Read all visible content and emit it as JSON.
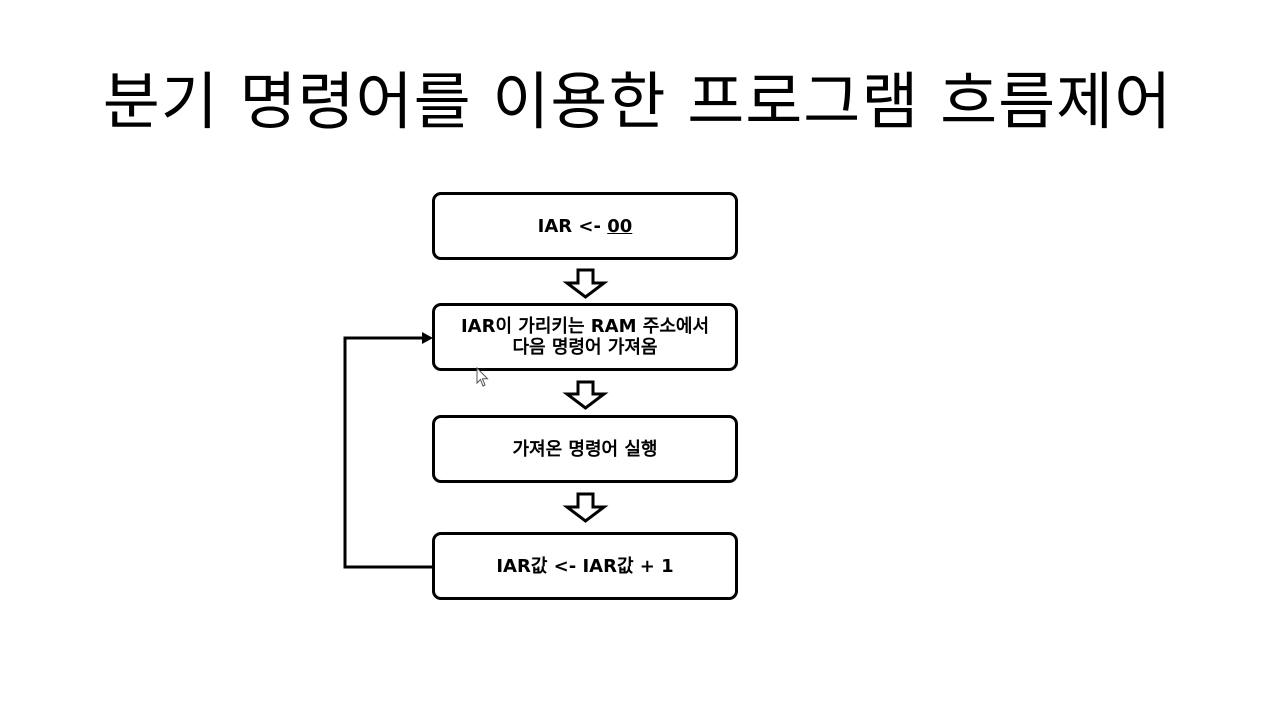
{
  "title": "분기 명령어를 이용한 프로그램 흐름제어",
  "flowchart": {
    "step1": {
      "prefix": "IAR <- ",
      "value": "00"
    },
    "step2": {
      "line1": "IAR이 가리키는 RAM 주소에서",
      "line2": "다음 명령어 가져옴"
    },
    "step3": {
      "text": "가져온 명령어 실행"
    },
    "step4": {
      "text": "IAR값 <- IAR값 + 1"
    }
  },
  "colors": {
    "stroke": "#000000",
    "background": "#ffffff"
  },
  "icons": [
    "down-arrow-icon",
    "loop-back-arrow",
    "mouse-cursor-icon"
  ]
}
